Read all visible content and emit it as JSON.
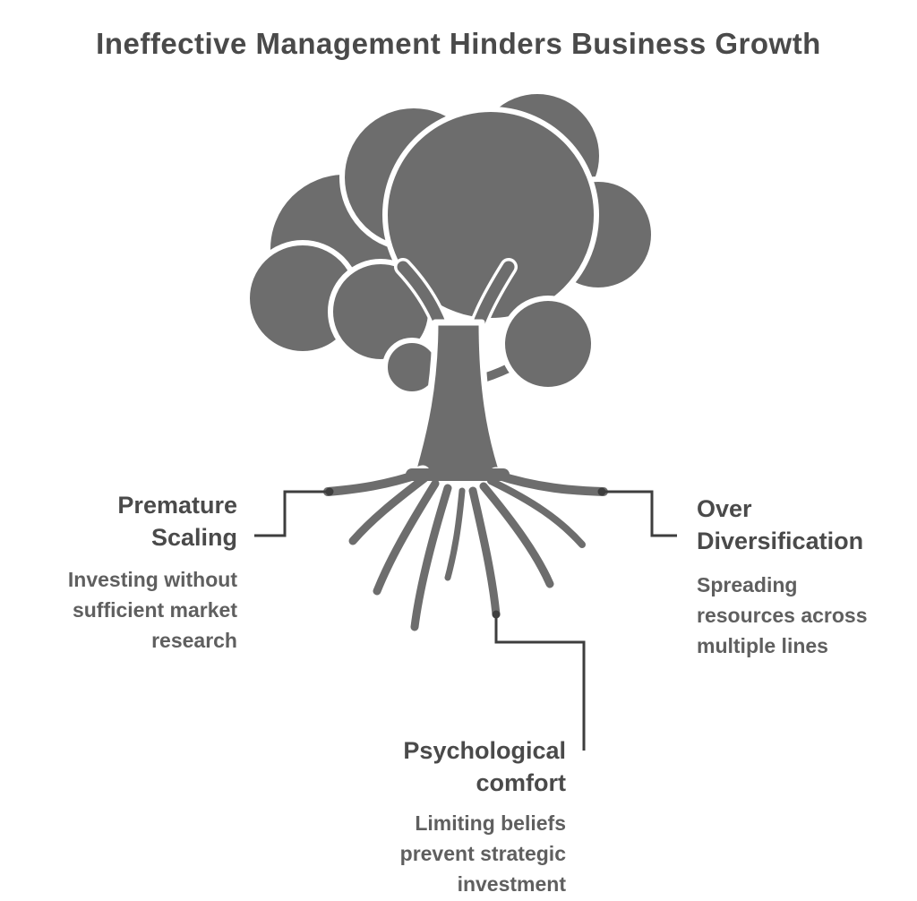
{
  "title": "Ineffective Management Hinders Business Growth",
  "colors": {
    "background": "#ffffff",
    "tree_fill": "#6d6d6d",
    "tree_outline": "#ffffff",
    "connector": "#3e3e3e",
    "heading_text": "#4a4a4a",
    "body_text": "#5f5f5f"
  },
  "icons": {
    "tree": "tree-with-roots-icon"
  },
  "labels": {
    "left": {
      "heading_line1": "Premature",
      "heading_line2": "Scaling",
      "body_line1": "Investing without",
      "body_line2": "sufficient market",
      "body_line3": "research"
    },
    "right": {
      "heading_line1": "Over",
      "heading_line2": "Diversification",
      "body_line1": "Spreading",
      "body_line2": "resources across",
      "body_line3": "multiple lines"
    },
    "bottom": {
      "heading_line1": "Psychological",
      "heading_line2": "comfort",
      "body_line1": "Limiting beliefs",
      "body_line2": "prevent strategic",
      "body_line3": "investment"
    }
  }
}
